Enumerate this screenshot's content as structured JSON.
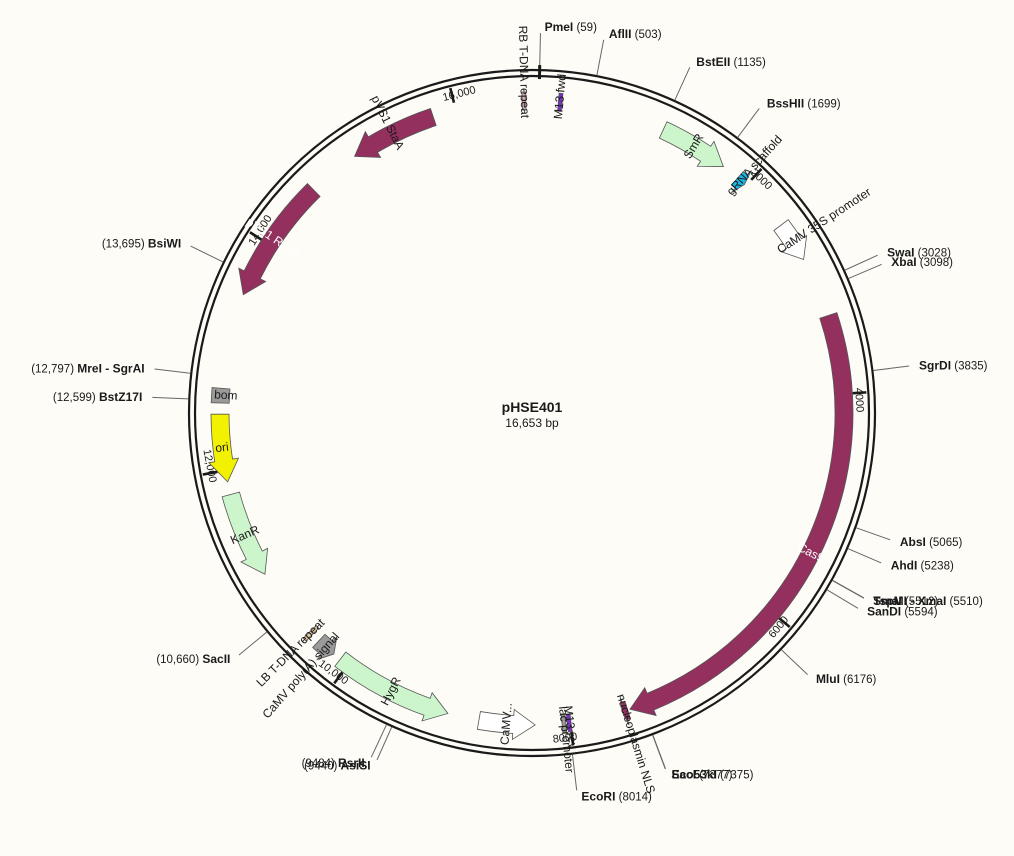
{
  "plasmid": {
    "name": "pHSE401",
    "length": 16653,
    "length_label": "16,653 bp"
  },
  "colors": {
    "background": "#fdfcf7",
    "backbone": "#1a1a1a",
    "maroon": "#93305e",
    "light_green": "#ccf5cc",
    "yellow": "#f2f200",
    "gray": "#9a9a9a",
    "white_arrow": "#ffffff",
    "cyan": "#19b7e6",
    "purple": "#7b2ec9",
    "pink": "#d8aab2",
    "orange_tan": "#e8c9a0"
  },
  "ticks": [
    {
      "bp": 2000,
      "label": "2000"
    },
    {
      "bp": 4000,
      "label": "4000"
    },
    {
      "bp": 6000,
      "label": "6000"
    },
    {
      "bp": 8000,
      "label": "8000"
    },
    {
      "bp": 10000,
      "label": "10,000"
    },
    {
      "bp": 12000,
      "label": "12,000"
    },
    {
      "bp": 14000,
      "label": "14,000"
    },
    {
      "bp": 16000,
      "label": "16,000"
    }
  ],
  "sites": [
    {
      "name": "PmeI",
      "pos": "(59)",
      "bp": 59
    },
    {
      "name": "AflII",
      "pos": "(503)",
      "bp": 503
    },
    {
      "name": "BstEII",
      "pos": "(1135)",
      "bp": 1135
    },
    {
      "name": "BssHII",
      "pos": "(1699)",
      "bp": 1699
    },
    {
      "name": "SwaI",
      "pos": "(3028)",
      "bp": 3028
    },
    {
      "name": "XbaI",
      "pos": "(3098)",
      "bp": 3098
    },
    {
      "name": "SgrDI",
      "pos": "(3835)",
      "bp": 3835
    },
    {
      "name": "AbsI",
      "pos": "(5065)",
      "bp": 5065
    },
    {
      "name": "AhdI",
      "pos": "(5238)",
      "bp": 5238
    },
    {
      "name": "TspMI - XmaI",
      "pos": "(5510)",
      "bp": 5510
    },
    {
      "name": "SmaI",
      "pos": "(5512)",
      "bp": 5512
    },
    {
      "name": "SanDI",
      "pos": "(5594)",
      "bp": 5594
    },
    {
      "name": "MluI",
      "pos": "(6176)",
      "bp": 6176
    },
    {
      "name": "Eco53kI",
      "pos": "(7375)",
      "bp": 7375
    },
    {
      "name": "SacI",
      "pos": "(7377)",
      "bp": 7377
    },
    {
      "name": "EcoRI",
      "pos": "(8014)",
      "bp": 8014
    },
    {
      "name": "RsrII",
      "pos": "(9484)",
      "bp": 9484
    },
    {
      "name": "AsiSI",
      "pos": "(9440)",
      "bp": 9440
    },
    {
      "name": "SacII",
      "pos": "(10,660)",
      "bp": 10660
    },
    {
      "name": "BstZ17I",
      "pos": "(12,599)",
      "bp": 12599
    },
    {
      "name": "MreI - SgrAI",
      "pos": "(12,797)",
      "bp": 12797
    },
    {
      "name": "BsiWI",
      "pos": "(13,695)",
      "bp": 13695
    }
  ],
  "features": [
    {
      "name": "SmR",
      "start": 1150,
      "end": 1750,
      "dir": 1,
      "color": "light_green",
      "label_inside": true
    },
    {
      "name": "gRNA scaffold",
      "start": 1905,
      "end": 1985,
      "dir": 1,
      "color": "cyan"
    },
    {
      "name": "CaMV 35S promoter",
      "start": 2450,
      "end": 2800,
      "dir": 1,
      "color": "white_arrow"
    },
    {
      "name": "Cas9",
      "start": 3320,
      "end": 7480,
      "dir": 1,
      "color": "maroon",
      "label_inside": true
    },
    {
      "name": "nucleoplasmin NLS",
      "start": 7500,
      "end": 7550,
      "dir": 1,
      "color": "maroon"
    },
    {
      "name": "M13 rev",
      "start": 8001,
      "end": 8018,
      "dir": -1,
      "color": "purple"
    },
    {
      "name": "lac promoter",
      "start": 8040,
      "end": 8070,
      "dir": -1,
      "color": "gray"
    },
    {
      "name": "CaMV...",
      "start": 8300,
      "end": 8780,
      "dir": -1,
      "color": "white_arrow",
      "label_inside": true
    },
    {
      "name": "HygR",
      "start": 9050,
      "end": 10080,
      "dir": -1,
      "color": "light_green",
      "label_inside": true
    },
    {
      "name": "CaMV poly(A) signal",
      "start": 10150,
      "end": 10320,
      "dir": -1,
      "color": "gray"
    },
    {
      "name": "LB T-DNA repeat",
      "start": 10400,
      "end": 10425,
      "dir": -1,
      "color": "orange_tan"
    },
    {
      "name": "KanR",
      "start": 11050,
      "end": 11790,
      "dir": -1,
      "color": "light_green",
      "label_inside": true
    },
    {
      "name": "ori",
      "start": 11900,
      "end": 12480,
      "dir": -1,
      "color": "yellow",
      "label_inside": true
    },
    {
      "name": "bom",
      "start": 12575,
      "end": 12700,
      "dir": 0,
      "color": "gray"
    },
    {
      "name": "pVS1 RepA",
      "start": 13520,
      "end": 14600,
      "dir": -1,
      "color": "maroon",
      "label_inside": true
    },
    {
      "name": "pVS1 StaA",
      "start": 15050,
      "end": 15800,
      "dir": -1,
      "color": "maroon"
    },
    {
      "name": "RB T-DNA repeat",
      "start": 16570,
      "end": 16600,
      "dir": 0,
      "color": "pink"
    },
    {
      "name": "M13 fwd",
      "start": 230,
      "end": 250,
      "dir": 1,
      "color": "purple"
    }
  ]
}
